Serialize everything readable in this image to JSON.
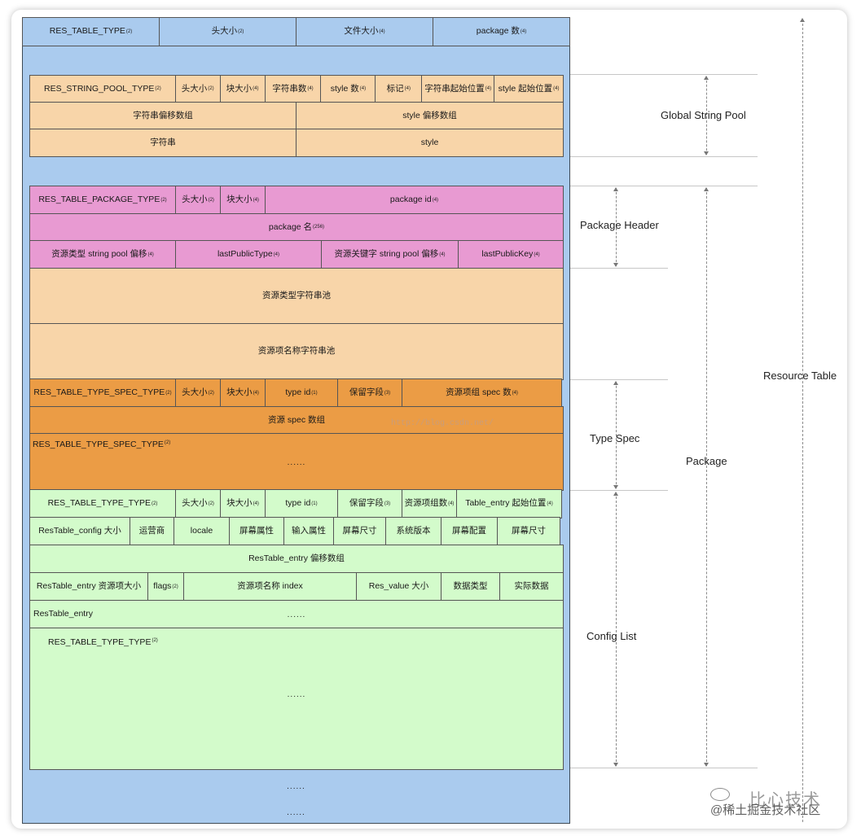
{
  "diagram": {
    "header": [
      "RES_TABLE_TYPE",
      "头大小",
      "文件大小",
      "package 数"
    ],
    "header_sizes": [
      "(2)",
      "(2)",
      "(4)",
      "(4)"
    ],
    "string_pool": {
      "row1": [
        {
          "t": "RES_STRING_POOL_TYPE",
          "s": "(2)"
        },
        {
          "t": "头大小",
          "s": "(2)"
        },
        {
          "t": "块大小",
          "s": "(4)"
        },
        {
          "t": "字符串数",
          "s": "(4)"
        },
        {
          "t": "style 数",
          "s": "(4)"
        },
        {
          "t": "标记",
          "s": "(4)"
        },
        {
          "t": "字符串起始位置",
          "s": "(4)"
        },
        {
          "t": "style 起始位置",
          "s": "(4)"
        }
      ],
      "row2": [
        "字符串偏移数组",
        "style 偏移数组"
      ],
      "row3": [
        "字符串",
        "style"
      ]
    },
    "package_header": {
      "row1": [
        {
          "t": "RES_TABLE_PACKAGE_TYPE",
          "s": "(2)"
        },
        {
          "t": "头大小",
          "s": "(2)"
        },
        {
          "t": "块大小",
          "s": "(4)"
        },
        {
          "t": "package id",
          "s": "(4)"
        }
      ],
      "row2": {
        "t": "package 名",
        "s": "(256)"
      },
      "row3": [
        {
          "t": "资源类型 string pool 偏移",
          "s": "(4)"
        },
        {
          "t": "lastPublicType",
          "s": "(4)"
        },
        {
          "t": "资源关键字 string pool 偏移",
          "s": "(4)"
        },
        {
          "t": "lastPublicKey",
          "s": "(4)"
        }
      ]
    },
    "type_pool": "资源类型字符串池",
    "key_pool": "资源项名称字符串池",
    "type_spec": {
      "row1": [
        {
          "t": "RES_TABLE_TYPE_SPEC_TYPE",
          "s": "(2)"
        },
        {
          "t": "头大小",
          "s": "(2)"
        },
        {
          "t": "块大小",
          "s": "(4)"
        },
        {
          "t": "type id",
          "s": "(1)"
        },
        {
          "t": "保留字段",
          "s": "(3)"
        },
        {
          "t": "资源项组 spec 数",
          "s": "(4)"
        }
      ],
      "row2": "资源 spec 数组",
      "row3_label": "RES_TABLE_TYPE_SPEC_TYPE",
      "row3_size": "(2)",
      "row3_dots": "......"
    },
    "config": {
      "row1": [
        {
          "t": "RES_TABLE_TYPE_TYPE",
          "s": "(2)"
        },
        {
          "t": "头大小",
          "s": "(2)"
        },
        {
          "t": "块大小",
          "s": "(4)"
        },
        {
          "t": "type id",
          "s": "(1)"
        },
        {
          "t": "保留字段",
          "s": "(3)"
        },
        {
          "t": "资源项组数",
          "s": "(4)"
        },
        {
          "t": "Table_entry 起始位置",
          "s": "(4)"
        }
      ],
      "row2": [
        "ResTable_config 大小",
        "运营商",
        "locale",
        "屏幕属性",
        "输入属性",
        "屏幕尺寸",
        "系统版本",
        "屏幕配置",
        "屏幕尺寸"
      ],
      "row3": "ResTable_entry 偏移数组",
      "row4": [
        {
          "t": "ResTable_entry 资源项大小",
          "s": ""
        },
        {
          "t": "flags",
          "s": "(2)"
        },
        {
          "t": "资源项名称 index",
          "s": ""
        },
        {
          "t": "Res_value 大小",
          "s": ""
        },
        {
          "t": "数据类型",
          "s": ""
        },
        {
          "t": "实际数据",
          "s": ""
        }
      ],
      "row5_label": "ResTable_entry",
      "row5_dots": "......",
      "row6_label": "RES_TABLE_TYPE_TYPE",
      "row6_size": "(2)",
      "row6_dots": "......"
    },
    "bottom_dots": [
      "......",
      "......"
    ]
  },
  "labels": {
    "global_string_pool": "Global String Pool",
    "package_header": "Package Header",
    "type_spec": "Type Spec",
    "package": "Package",
    "config_list": "Config List",
    "resource_table": "Resource Table"
  },
  "faint_url": "http://blog.csdn.net/",
  "watermark": {
    "title": "比心技术",
    "sub": "@稀土掘金技术社区"
  },
  "colors": {
    "blue": "#aacbee",
    "tan": "#f8d5a9",
    "pink": "#e89ad2",
    "orange": "#eb9c45",
    "green": "#d3fbcb"
  }
}
